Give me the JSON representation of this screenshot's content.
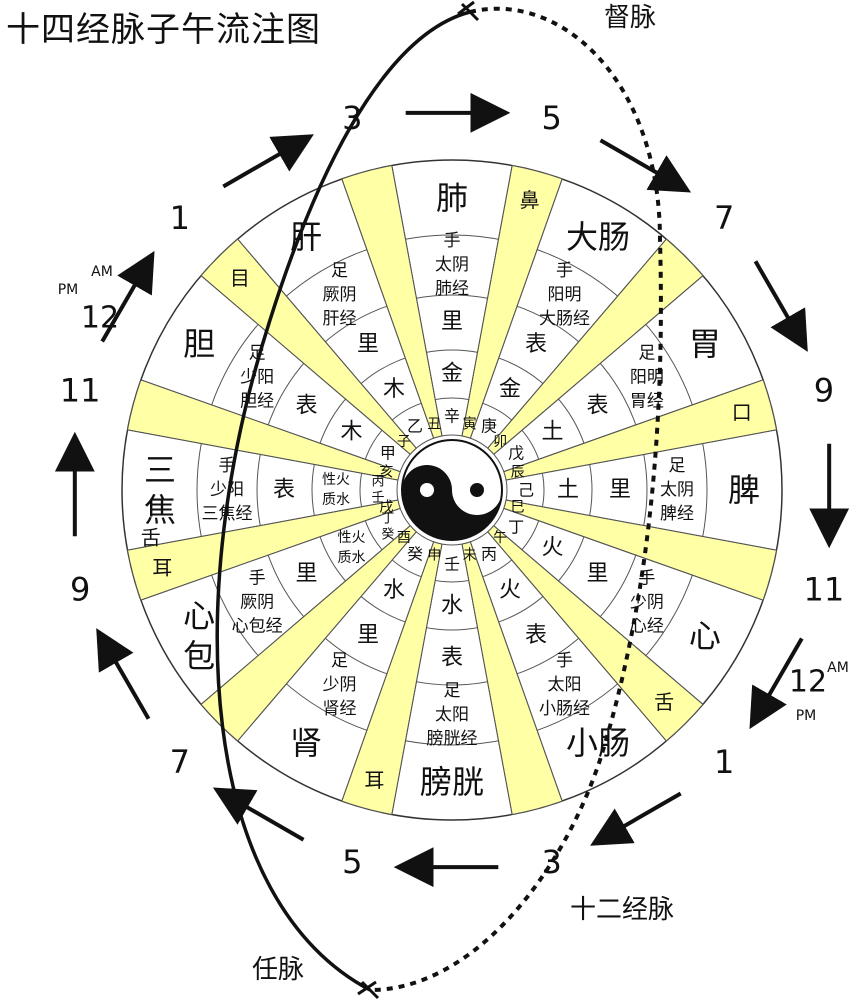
{
  "title": "十四经脉子午流注图",
  "labels": {
    "du_mai": "督脉",
    "ren_mai": "任脉",
    "twelve_meridians": "十二经脉"
  },
  "colors": {
    "yellow_wedge": "#ffffa6",
    "ring_fill": "#ffffff",
    "line": "#111111"
  },
  "outer_organs": [
    "肺",
    "大肠",
    "胃",
    "脾",
    "心",
    "小肠",
    "膀胱",
    "肾",
    "心包",
    "三焦",
    "胆",
    "肝"
  ],
  "meridians": [
    [
      "手",
      "太阴",
      "肺经"
    ],
    [
      "手",
      "阳明",
      "大肠经"
    ],
    [
      "足",
      "阳明",
      "胃经"
    ],
    [
      "足",
      "太阴",
      "脾经"
    ],
    [
      "手",
      "少阴",
      "心经"
    ],
    [
      "手",
      "太阳",
      "小肠经"
    ],
    [
      "足",
      "太阳",
      "膀胱经"
    ],
    [
      "足",
      "少阴",
      "肾经"
    ],
    [
      "手",
      "厥阴",
      "心包经"
    ],
    [
      "手",
      "少阳",
      "三焦经"
    ],
    [
      "足",
      "少阳",
      "胆经"
    ],
    [
      "足",
      "厥阴",
      "肝经"
    ]
  ],
  "biaoli": [
    "里",
    "表",
    "表",
    "里",
    "里",
    "表",
    "表",
    "里",
    "里",
    "表",
    "表",
    "里"
  ],
  "elements": [
    "金",
    "金",
    "土",
    "土",
    "火",
    "火",
    "水",
    "水",
    "性火",
    "性火",
    "木",
    "木"
  ],
  "element_sub": [
    "",
    "",
    "",
    "",
    "",
    "",
    "",
    "",
    "质水",
    "质水",
    "",
    ""
  ],
  "stems": [
    "辛",
    "庚",
    "戊",
    "己",
    "丁",
    "丙",
    "壬",
    "癸",
    "丁癸",
    "丙壬",
    "甲",
    "乙"
  ],
  "branches": [
    "寅",
    "卯",
    "辰",
    "巳",
    "午",
    "未",
    "申",
    "酉",
    "戌",
    "亥",
    "子",
    "丑"
  ],
  "sense_organs": {
    "nose": "鼻",
    "mouth": "口",
    "tongue": "舌",
    "ear_bottom": "耳",
    "ear_left": "耳",
    "eye": "目",
    "tongue_left": "舌"
  },
  "clock": [
    "3",
    "5",
    "7",
    "9",
    "11",
    "1",
    "3",
    "5",
    "7",
    "9",
    "11",
    "1"
  ],
  "noon_mark": {
    "hour": "12",
    "am": "AM",
    "pm": "PM"
  },
  "midnight_mark": {
    "hour": "12",
    "am": "AM",
    "pm": "PM"
  }
}
